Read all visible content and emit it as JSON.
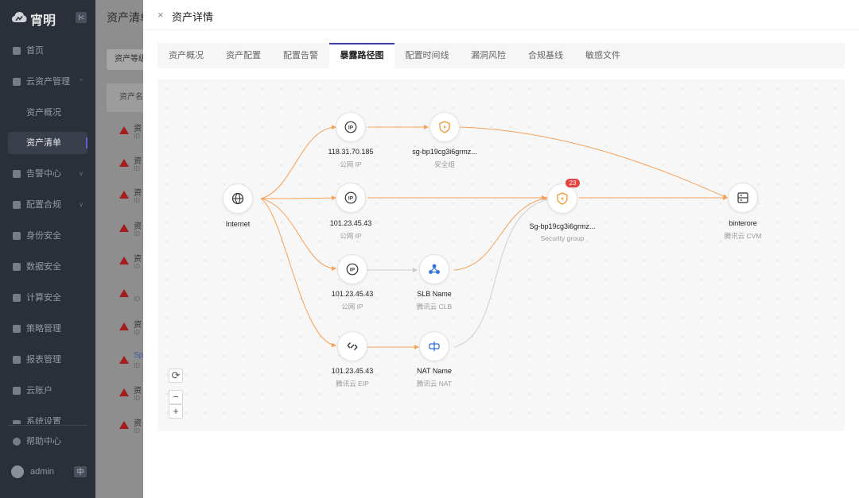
{
  "sidebar": {
    "app_name": "宵明",
    "collapse_label": "I<",
    "items": [
      {
        "label": "首页",
        "chevron": ""
      },
      {
        "label": "云资产管理",
        "chevron": "^"
      },
      {
        "label": "资产概况",
        "chevron": ""
      },
      {
        "label": "资产清单",
        "chevron": ""
      },
      {
        "label": "告警中心",
        "chevron": "v"
      },
      {
        "label": "配置合规",
        "chevron": "v"
      },
      {
        "label": "身份安全",
        "chevron": ""
      },
      {
        "label": "数据安全",
        "chevron": ""
      },
      {
        "label": "计算安全",
        "chevron": ""
      },
      {
        "label": "策略管理",
        "chevron": ""
      },
      {
        "label": "报表管理",
        "chevron": ""
      },
      {
        "label": "云账户",
        "chevron": ""
      },
      {
        "label": "系统设置",
        "chevron": ""
      },
      {
        "label": "帮助中心",
        "chevron": ""
      }
    ],
    "user": "admin",
    "lang": "中"
  },
  "background_page": {
    "title": "资产清单",
    "filter": "资产等级",
    "column": "资产名称",
    "rows": [
      {
        "name": "资",
        "id": "ID"
      },
      {
        "name": "资",
        "id": "ID"
      },
      {
        "name": "资",
        "id": "ID"
      },
      {
        "name": "资",
        "id": "ID"
      },
      {
        "name": "资",
        "id": "ID"
      },
      {
        "name": "",
        "id": "ID"
      },
      {
        "name": "资",
        "id": "ID"
      },
      {
        "name": "Sp",
        "id": "ID"
      },
      {
        "name": "资",
        "id": "ID"
      },
      {
        "name": "资",
        "id": "ID"
      }
    ]
  },
  "drawer": {
    "close_icon": "×",
    "title": "资产详情",
    "tabs": [
      {
        "label": "资产概况"
      },
      {
        "label": "资产配置"
      },
      {
        "label": "配置告警"
      },
      {
        "label": "暴露路径图"
      },
      {
        "label": "配置时间线"
      },
      {
        "label": "漏洞风险"
      },
      {
        "label": "合规基线"
      },
      {
        "label": "敏感文件"
      }
    ],
    "active_tab": "暴露路径图"
  },
  "graph": {
    "nodes": {
      "internet": {
        "label": "Internet",
        "sub": "",
        "icon": "globe-icon"
      },
      "ip1": {
        "label": "118.31.70.185",
        "sub": "公网 IP",
        "icon": "ip-icon"
      },
      "sg1": {
        "label": "sg-bp19cg3i6grmz...",
        "sub": "安全组",
        "icon": "shield-icon"
      },
      "ip2": {
        "label": "101.23.45.43",
        "sub": "公网 IP",
        "icon": "ip-icon"
      },
      "sg2": {
        "label": "Sg-bp19cg3i6grmz...",
        "sub": "Security group",
        "icon": "shield-icon",
        "badge": "23"
      },
      "cvm": {
        "label": "binterore",
        "sub": "腾讯云 CVM",
        "icon": "server-icon"
      },
      "ip3": {
        "label": "101.23.45.43",
        "sub": "公网 IP",
        "icon": "ip-icon"
      },
      "slb": {
        "label": "SLB Name",
        "sub": "腾讯云 CLB",
        "icon": "slb-icon"
      },
      "eip": {
        "label": "101.23.45.43",
        "sub": "腾讯云 EIP",
        "icon": "eip-icon"
      },
      "nat": {
        "label": "NAT Name",
        "sub": "腾讯云 NAT",
        "icon": "nat-icon"
      }
    },
    "colors": {
      "exposed": "#f5a25a",
      "normal": "#cfcfcf",
      "ip": "#333333",
      "shield": "#f0972f",
      "slb": "#2f6fe0",
      "badge": "#e84141"
    }
  },
  "zoom": {
    "reset_icon": "⟳",
    "minus": "−",
    "plus": "+"
  }
}
